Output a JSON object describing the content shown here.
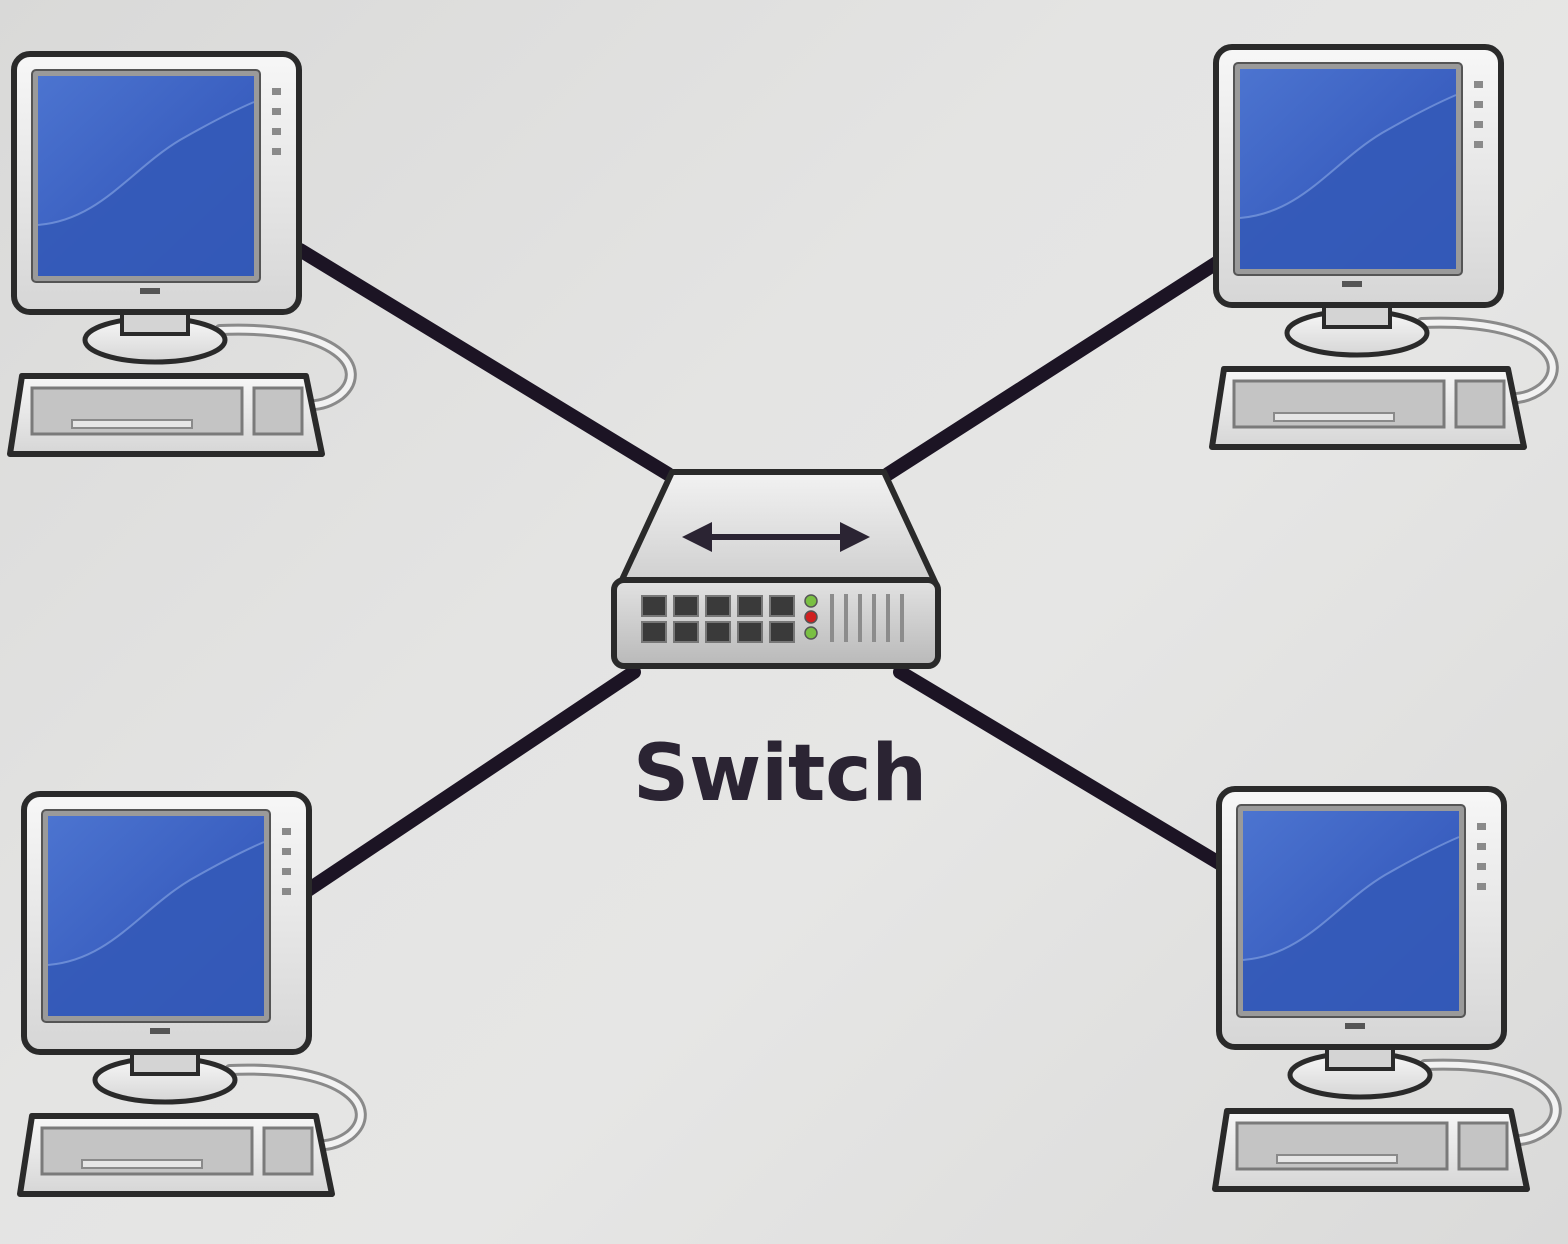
{
  "diagram": {
    "center_label": "Switch",
    "nodes": [
      "computer-top-left",
      "computer-top-right",
      "computer-bottom-left",
      "computer-bottom-right",
      "switch"
    ],
    "edges": [
      [
        "switch",
        "computer-top-left"
      ],
      [
        "switch",
        "computer-top-right"
      ],
      [
        "switch",
        "computer-bottom-left"
      ],
      [
        "switch",
        "computer-bottom-right"
      ]
    ]
  },
  "colors": {
    "screen": "#3a5fc0",
    "cable": "#1c1424",
    "body": "#eeeeee",
    "outline": "#2a2a2a",
    "led_red": "#d02020",
    "led_green": "#7ac043"
  },
  "icons": [
    "monitor-icon",
    "keyboard-icon",
    "network-switch-icon",
    "bidirectional-arrow-icon"
  ]
}
